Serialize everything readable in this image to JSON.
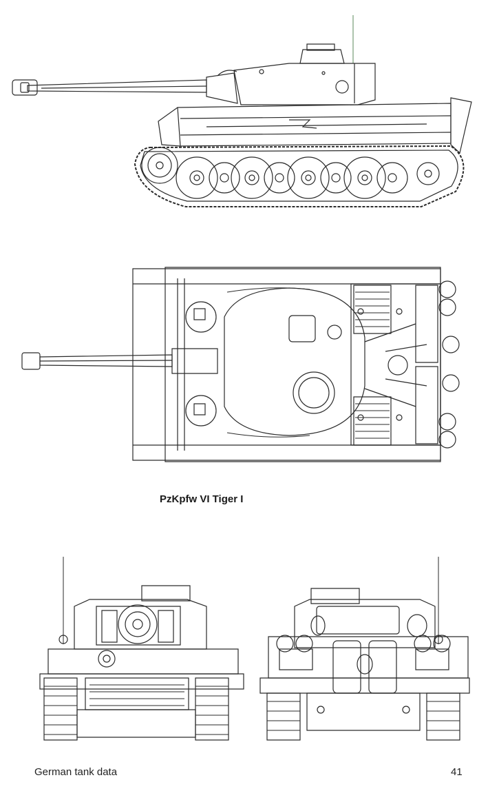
{
  "caption": "PzKpfw VI Tiger I",
  "footer": {
    "section_title": "German tank data",
    "page_number": "41"
  },
  "colors": {
    "line": "#2a2a2a",
    "paper": "#ffffff",
    "text": "#1a1a1a"
  }
}
